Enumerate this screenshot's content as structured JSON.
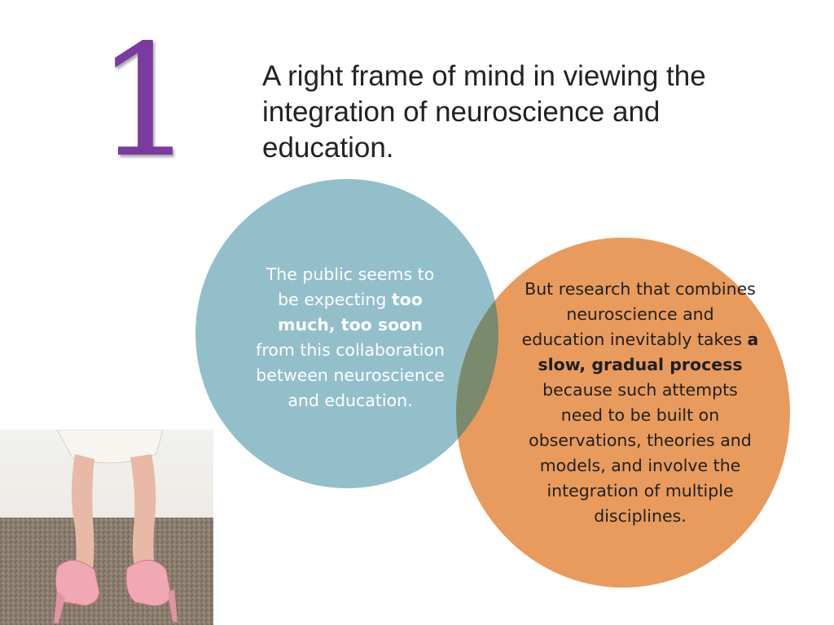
{
  "slide": {
    "number": "1",
    "title_lines": [
      "A right frame of mind in viewing the",
      "integration of neuroscience and",
      "education."
    ],
    "left_circle": {
      "color": "#93bfcb",
      "lines": [
        "The public seems to",
        "be expecting ",
        "too",
        "much, too soon",
        "from this collaboration",
        "between neuroscience",
        "and education."
      ]
    },
    "right_circle": {
      "color": "#e89b5c",
      "lines": [
        "But research that combines",
        "neuroscience and",
        "education inevitably takes ",
        "a",
        "slow, gradual process",
        "because such attempts",
        "need to be built on",
        "observations, theories and",
        "models, and involve the",
        "integration of multiple",
        "disciplines."
      ]
    },
    "accent_color": "#7b3aa0"
  }
}
